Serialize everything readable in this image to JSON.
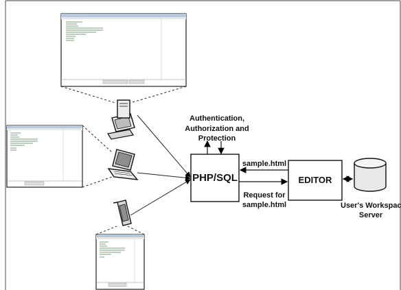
{
  "diagram": {
    "nodes": {
      "php": "PHP/SQL",
      "editor": "EDITOR",
      "server_line1": "User's Workspace",
      "server_line2": "Server"
    },
    "labels": {
      "auth_line1": "Authentication,",
      "auth_line2": "Authorization and",
      "auth_line3": "Protection",
      "response": "sample.html",
      "request_line1": "Request for",
      "request_line2": "sample.html"
    },
    "clients": [
      "desktop-computer-icon",
      "laptop-icon",
      "mobile-phone-icon"
    ]
  }
}
